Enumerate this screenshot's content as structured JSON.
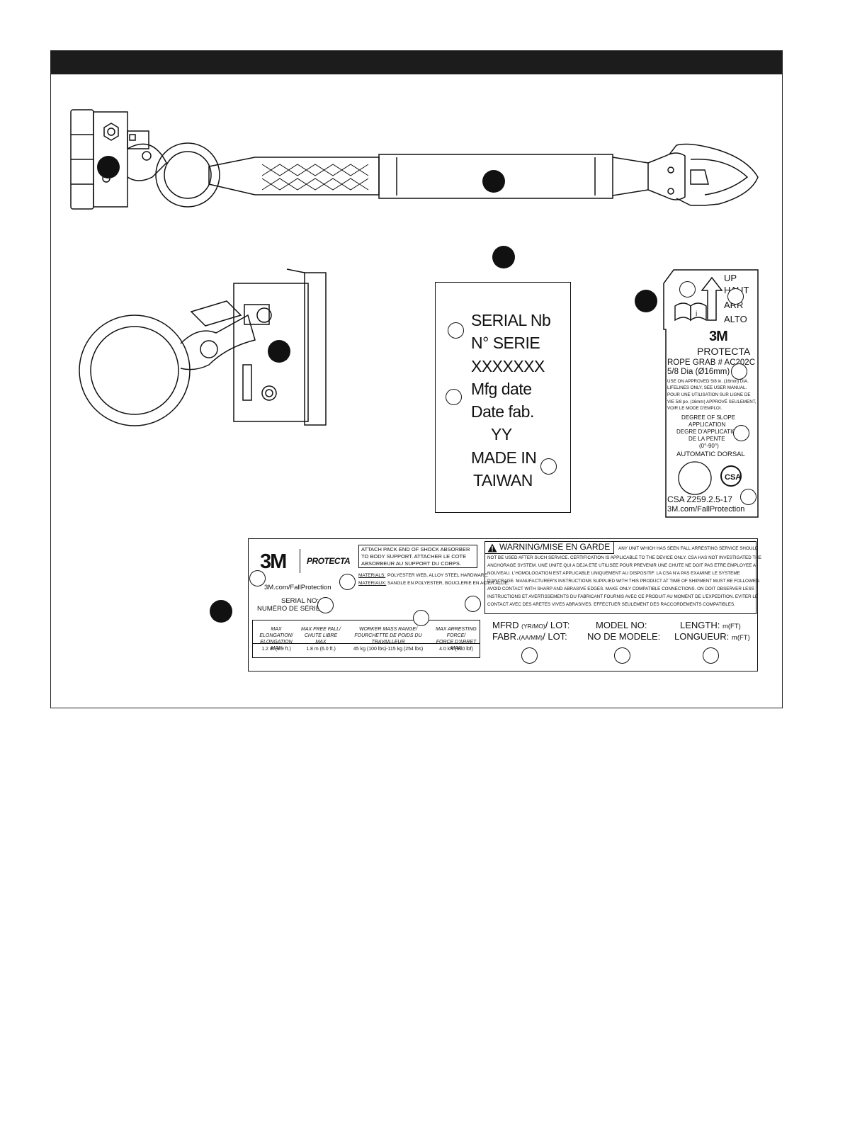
{
  "figure": {
    "serial_tag": {
      "lines": [
        "SERIAL Nb",
        "N° SERIE",
        "XXXXXXX",
        "Mfg date",
        "Date fab.",
        "YY",
        "MADE IN",
        "TAIWAN"
      ]
    },
    "rope_grab_label": {
      "arrow_words": [
        "UP",
        "HAUT",
        "ARR",
        "ALTO"
      ],
      "brand": "3M",
      "sub_brand": "PROTECTA",
      "model_line": "ROPE GRAB # AC202C",
      "dia_line": "5/8 Dia (Ø16mm)",
      "use_lines": [
        "USE ON APPROVED 5/8 in. (16mm) DIA.",
        "LIFELINES ONLY, SEE USER MANUAL.",
        "POUR UNE UTILISATION SUR LIGNE DE",
        "VIE 5/8 po. (16mm) APPROVÉ SEULEMENT,",
        "VOIR LE MODE D'EMPLOI."
      ],
      "slope_lines": [
        "DEGREE OF SLOPE",
        "APPLICATION",
        "DEGRE D'APPLICATION",
        "DE LA PENTE",
        "(0°-90°)"
      ],
      "dorsal": "AUTOMATIC DORSAL",
      "csa_mark": "CSA",
      "standard": "CSA Z259.2.5-17",
      "website": "3M.com/FallProtection"
    },
    "product_label": {
      "brand": "3M",
      "sub_brand": "PROTECTA",
      "website": "3M.com/FallProtection",
      "serial_en": "SERIAL NO:",
      "serial_fr": "NUMÉRO DE SÉRIE:",
      "attach_lines": [
        "ATTACH PACK END OF SHOCK ABSORBER",
        "TO BODY SUPPORT.  ATTACHER LE COTE",
        "ABSORBEUR AU SUPPORT DU CORPS."
      ],
      "materials_label": "MATERIALS:",
      "materials_text": "POLYESTER WEB, ALLOY STEEL HARDWARE.",
      "materiaux_label": "MATERIAUX:",
      "materiaux_text": "SANGLE EN POLYESTER, BOUCLERIE EN ACIER ALLIE.",
      "warning_title": "WARNING/MISE EN GARDE",
      "warning_lines": [
        "ANY UNIT WHICH HAS SEEN FALL ARRESTING SERVICE SHOULD",
        "NOT BE USED AFTER SUCH SERVICE.  CERTIFICATION IS APPLICABLE TO THE DEVICE ONLY.  CSA HAS NOT INVESTIGATED THE",
        "ANCHORAGE SYSTEM. UNE UNITE QUI A DEJA ETE UTILISEE POUR PREVENIR UNE CHUTE NE DOIT PAS ETRE EMPLOYEE A",
        "NOUVEAU. L'HOMOLOGATION EST APPLICABLE UNIQUEMENT AU DISPOSITIF.  LA CSA N'A PAS EXAMINE LE SYSTEME",
        "D'ANCRAGE. MANUFACTURER'S INSTRUCTIONS SUPPLIED WITH THIS PRODUCT AT TIME OF SHIPMENT MUST BE FOLLOWED.",
        "AVOID CONTACT WITH SHARP AND ABRASIVE EDGES. MAKE ONLY COMPATIBLE CONNECTIONS. ON DOIT OBSERVER LESS",
        "INSTRUCTIONS ET AVERTISSEMENTS DU FABRICANT FOURNIS AVEC CE PRODUIT AU MOMENT DE L'EXPEDITION. EVITER LE",
        "CONTACT AVEC DES ARETES VIVES ABRASIVES. EFFECTUER SEULEMENT DES RACCORDEMENTS COMPATIBLES."
      ],
      "spec_headers": [
        [
          "MAX ELONGATION/",
          "ELONGATION MAX"
        ],
        [
          "MAX FREE FALL/",
          "CHUTE LIBRE MAX"
        ],
        [
          "WORKER MASS RANGE/",
          "FOURCHETTE DE POIDS DU TRAVAILLEUR"
        ],
        [
          "MAX ARRESTING FORCE/",
          "FORCE D'ARRET MAX"
        ]
      ],
      "spec_values": [
        "1.2 m (3.9 ft.)",
        "1.8 m (6.0 ft.)",
        "45 kg (100 lbs)-115 kg (254 lbs)",
        "4.0 kN (900 lbf)"
      ],
      "mfrd_en": "MFRD",
      "mfrd_en_small": "(YR/MO)",
      "lot_en": "/ LOT:",
      "mfrd_fr": "FABR.",
      "mfrd_fr_small": "(AA/MM)",
      "lot_fr": "/ LOT:",
      "model_en": "MODEL NO:",
      "model_fr": "NO DE MODELE:",
      "length_en": "LENGTH:",
      "length_fr": "LONGUEUR:",
      "unit": "m(FT)"
    }
  }
}
